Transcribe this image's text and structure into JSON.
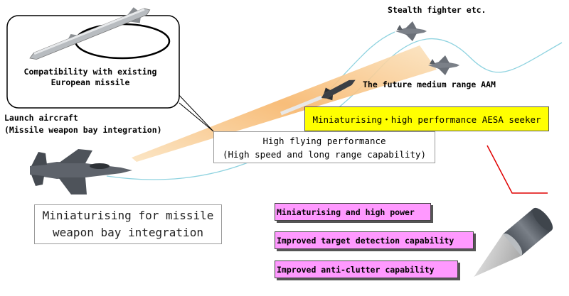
{
  "labels": {
    "stealth": "Stealth fighter etc.",
    "aam": "The future medium range AAM",
    "compat_line1": "Compatibility with existing",
    "compat_line2": "European missile",
    "launch_line1": "Launch aircraft",
    "launch_line2": "(Missile weapon bay integration)",
    "seeker": "Miniaturising・high performance AESA seeker",
    "flying_line1": "High flying performance",
    "flying_line2": "(High speed and long range capability)",
    "mini_line1": "Miniaturising for missile",
    "mini_line2": "weapon bay integration"
  },
  "features": [
    "Miniaturising and high power",
    "Improved target detection capability",
    "Improved anti-clutter capability"
  ],
  "colors": {
    "feature_fill": "#ff99ff",
    "seeker_fill": "#ffff00",
    "callout_border": "#e00000",
    "beam": "#f7b66b",
    "trajectory": "#8fd3e0"
  }
}
